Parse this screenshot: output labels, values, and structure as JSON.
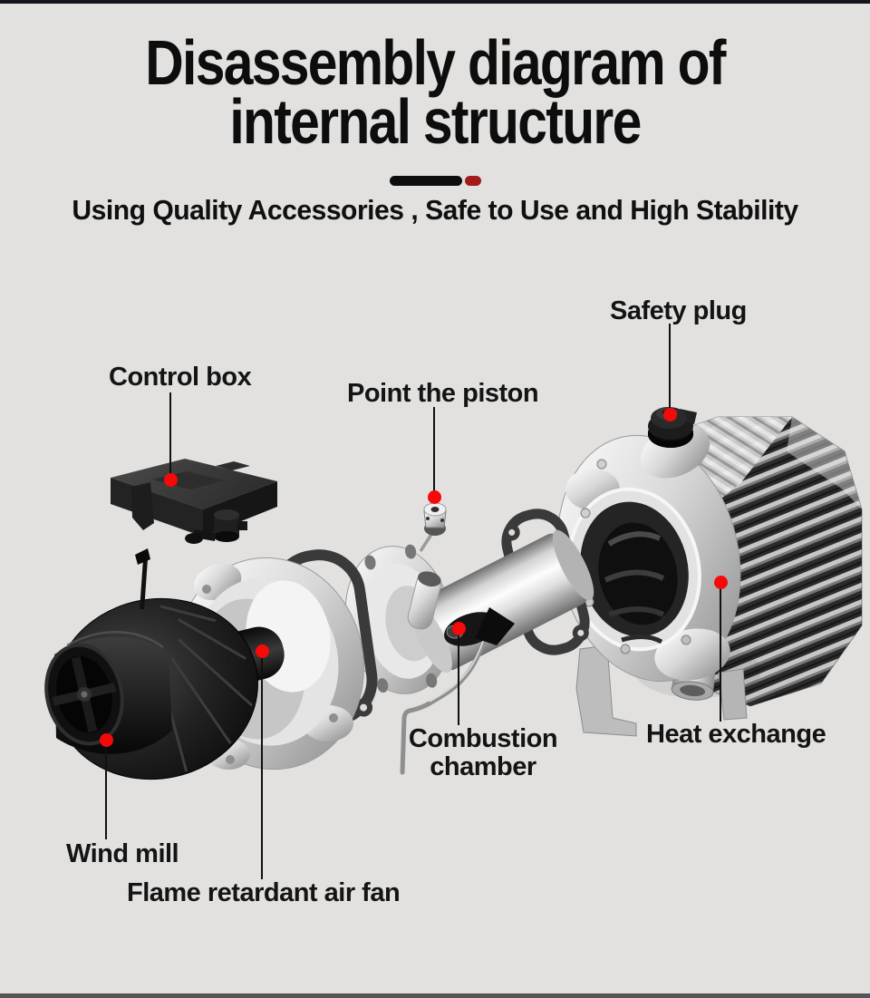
{
  "page": {
    "background_color": "#e3e2e0",
    "top_strip_color": "#14141c",
    "bottom_strip_color": "#555555"
  },
  "header": {
    "title_line1": "Disassembly diagram of",
    "title_line2": "internal structure",
    "subtitle": "Using Quality Accessories , Safe to Use and High Stability",
    "divider": {
      "bar_color": "#0d0d0d",
      "dot_color": "#a31a1a"
    }
  },
  "diagram": {
    "accent_red": "#f60909",
    "leader_line_color": "#111111",
    "labels": [
      {
        "id": "control-box",
        "text": "Control box"
      },
      {
        "id": "safety-plug",
        "text": "Safety plug"
      },
      {
        "id": "point-the-piston",
        "text": "Point the piston"
      },
      {
        "id": "heat-exchange",
        "text": "Heat exchange"
      },
      {
        "id": "combustion-chamber",
        "text": "Combustion chamber"
      },
      {
        "id": "wind-mill",
        "text": "Wind mill"
      },
      {
        "id": "flame-retardant-air-fan",
        "text": "Flame retardant air fan"
      }
    ],
    "parts": [
      "control-box",
      "safety-plug",
      "piston-pin",
      "wind-mill-impeller",
      "fan-motor-barrel",
      "blower-housing",
      "front-gasket",
      "mount-plate",
      "combustion-chamber-cylinder",
      "fuel-pipe",
      "rear-gasket",
      "heat-exchanger-housing",
      "heat-exchanger-fins",
      "exhaust-stub"
    ]
  }
}
